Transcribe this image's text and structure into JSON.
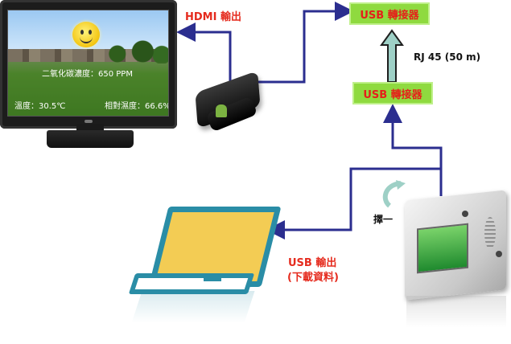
{
  "tv": {
    "co2_reading": "二氧化碳濃度：650 PPM",
    "temperature": "溫度：30.5℃",
    "humidity": "相對濕度：66.6%"
  },
  "labels": {
    "hdmi_output": "HDMI 輸出",
    "usb_converter_top": "USB 轉接器",
    "usb_converter_mid": "USB 轉接器",
    "rj45": "RJ 45 (50 m)",
    "choose_one": "擇一",
    "usb_output": "USB 輸出",
    "download_data": "(下載資料)"
  },
  "colors": {
    "wire": "#2b2e8f",
    "label_red": "#e52b1e",
    "converter_green": "#8fda3f",
    "laptop_teal": "#2a8da6",
    "laptop_screen": "#f3cc54",
    "rj45_arrow": "#9ed0c6"
  },
  "icons": {
    "smiley": "smiley-sun-icon",
    "android": "android-icon"
  }
}
